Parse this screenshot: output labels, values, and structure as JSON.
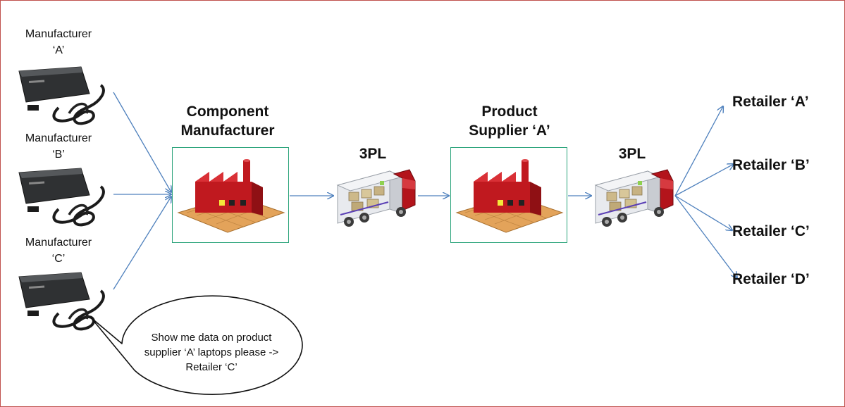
{
  "manufacturers": [
    {
      "line1": "Manufacturer",
      "line2": "‘A’"
    },
    {
      "line1": "Manufacturer",
      "line2": "‘B’"
    },
    {
      "line1": "Manufacturer",
      "line2": "‘C’"
    }
  ],
  "component_manufacturer": {
    "line1": "Component",
    "line2": "Manufacturer"
  },
  "logistics": [
    "3PL",
    "3PL"
  ],
  "product_supplier": {
    "line1": "Product",
    "line2": "Supplier ‘A’"
  },
  "retailers": [
    "Retailer ‘A’",
    "Retailer ‘B’",
    "Retailer ‘C’",
    "Retailer ‘D’"
  ],
  "speech_bubble": {
    "line1": "Show me data on product",
    "line2": "supplier ‘A’ laptops please ->",
    "line3": "Retailer ‘C’"
  },
  "colors": {
    "frame": "#c0504d",
    "arrow": "#4f81bd",
    "box_border": "#2aa37a",
    "factory": "#c0191f",
    "factory_base": "#e3a35a"
  },
  "icons": [
    "power-adapter-icon",
    "factory-icon",
    "truck-icon"
  ]
}
